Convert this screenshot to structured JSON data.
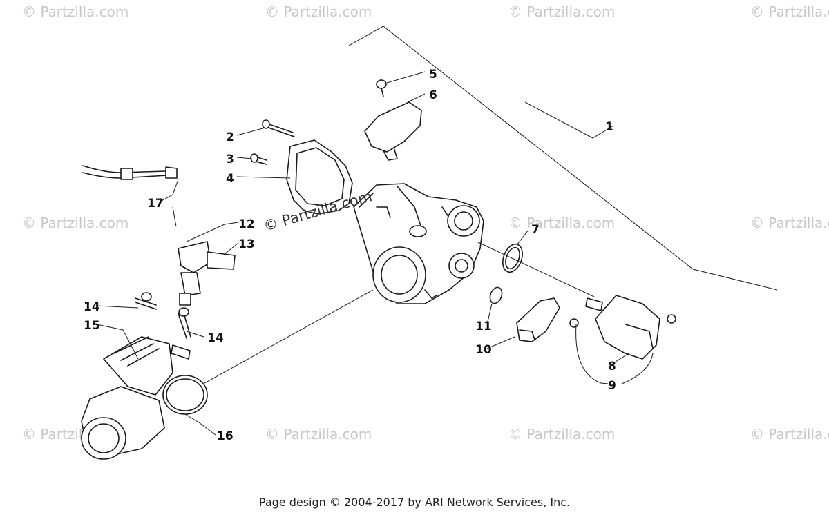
{
  "watermark_text": "© Partzilla.com",
  "watermark_center": "© Partzilla.com",
  "footer": "Page design © 2004-2017 by ARI Network Services, Inc.",
  "callouts": {
    "c1": "1",
    "c2": "2",
    "c3": "3",
    "c4": "4",
    "c5": "5",
    "c6": "6",
    "c7": "7",
    "c8": "8",
    "c9": "9",
    "c10": "10",
    "c11": "11",
    "c12": "12",
    "c13": "13",
    "c14a": "14",
    "c14b": "14",
    "c15": "15",
    "c16": "16",
    "c17": "17"
  }
}
